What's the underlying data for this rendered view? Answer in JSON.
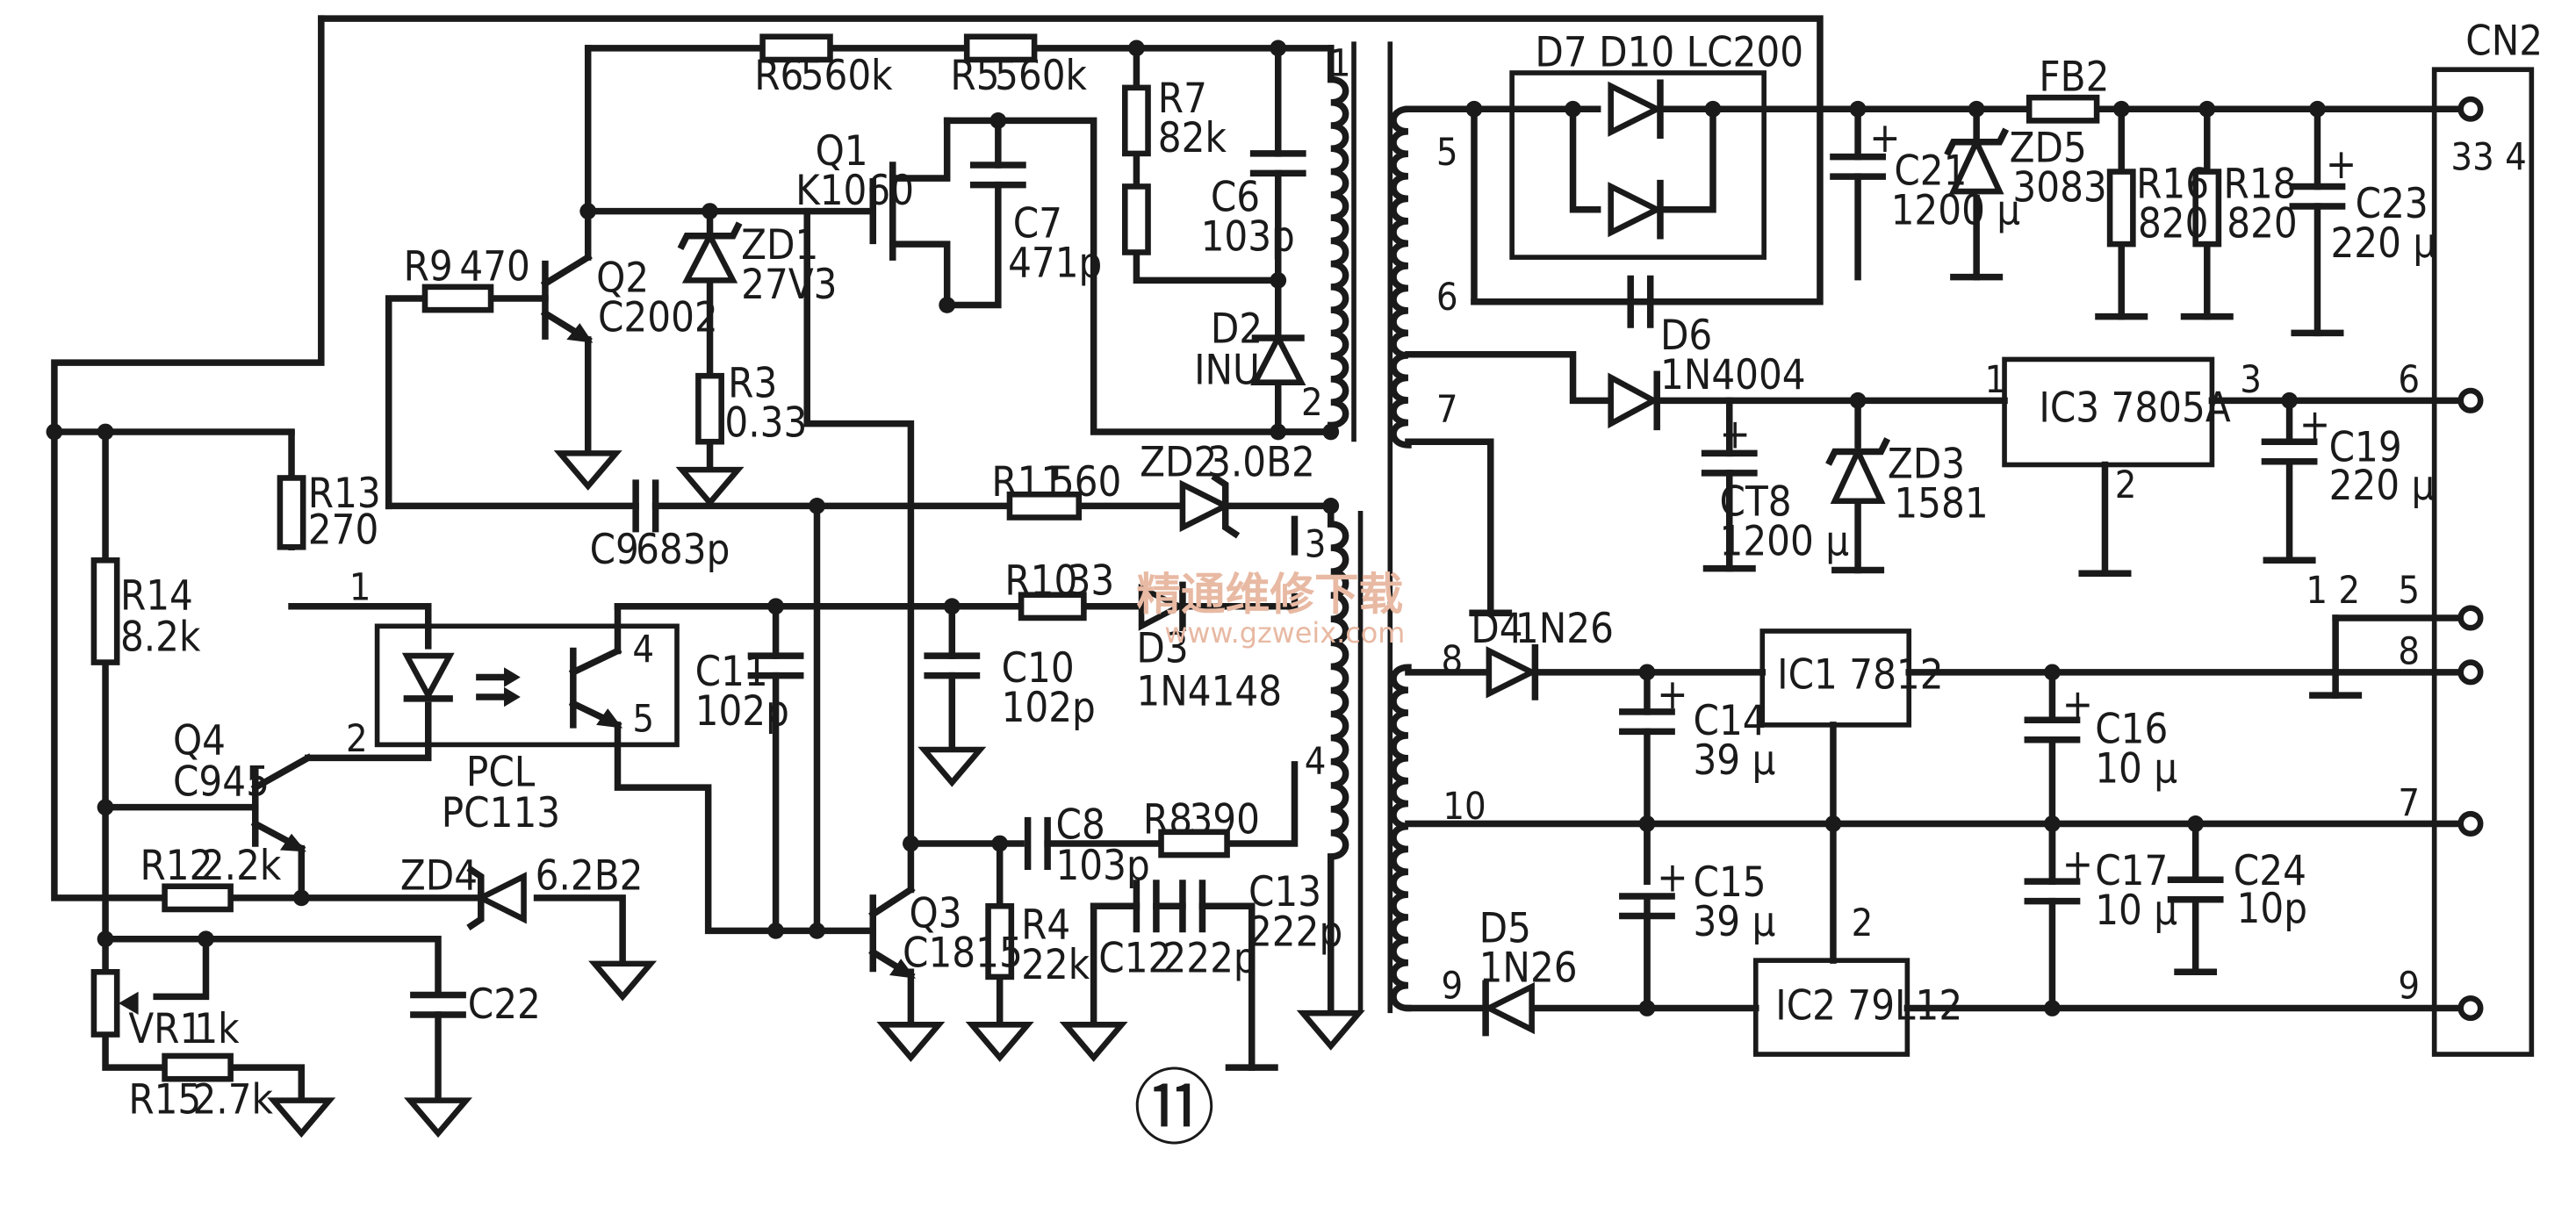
{
  "components": {
    "R6": [
      "R6",
      "560k"
    ],
    "R5": [
      "R5",
      "560k"
    ],
    "R7": [
      "R7",
      "82k"
    ],
    "C6": [
      "C6",
      "103p"
    ],
    "D2": [
      "D2",
      "INU"
    ],
    "Q1": [
      "Q1",
      "K1060"
    ],
    "C7": [
      "C7",
      "471p"
    ],
    "R9": [
      "R9",
      "470"
    ],
    "Q2": [
      "Q2",
      "C2002"
    ],
    "ZD1": [
      "ZD1",
      "27V3"
    ],
    "R3": [
      "R3",
      "0.33"
    ],
    "R13": [
      "R13",
      "270"
    ],
    "C9": [
      "C9",
      "683p"
    ],
    "R11": [
      "R11",
      "560"
    ],
    "ZD2": [
      "ZD2",
      "3.0B2"
    ],
    "R14": [
      "R14",
      "8.2k"
    ],
    "R10": [
      "R10",
      "33"
    ],
    "D3": [
      "D3",
      "1N4148"
    ],
    "C11": [
      "C11",
      "102p"
    ],
    "C10": [
      "C10",
      "102p"
    ],
    "PCL": [
      "PCL",
      "PC113"
    ],
    "Q4": [
      "Q4",
      "C945"
    ],
    "R12": [
      "R12",
      "2.2k"
    ],
    "ZD4": [
      "ZD4",
      "6.2B2"
    ],
    "C8": [
      "C8",
      "103p"
    ],
    "R8": [
      "R8",
      "390"
    ],
    "Q3": [
      "Q3",
      "C1815"
    ],
    "R4": [
      "R4",
      "22k"
    ],
    "C12": [
      "C12",
      "222p"
    ],
    "C13": [
      "C13",
      "222p"
    ],
    "VR1": [
      "VR1",
      "1k"
    ],
    "R15": [
      "R15",
      "2.7k"
    ],
    "C22": [
      "C22",
      ""
    ],
    "D7D10": [
      "D7 D10 LC200",
      ""
    ],
    "C21": [
      "C21",
      "1200 µ"
    ],
    "ZD5": [
      "ZD5",
      "3083"
    ],
    "FB2": [
      "FB2",
      ""
    ],
    "R16": [
      "R16",
      "820"
    ],
    "R18": [
      "R18",
      "820"
    ],
    "C23": [
      "C23",
      "220 µ"
    ],
    "D6": [
      "D6",
      "1N4004"
    ],
    "IC3": [
      "IC3 7805A",
      ""
    ],
    "C19": [
      "C19",
      "220 µ"
    ],
    "CT8": [
      "CT8",
      "1200 µ"
    ],
    "ZD3": [
      "ZD3",
      "1581"
    ],
    "D4": [
      "D4",
      "1N26"
    ],
    "IC1": [
      "IC1 7812",
      ""
    ],
    "C14": [
      "C14",
      "39 µ"
    ],
    "C16": [
      "C16",
      "10 µ"
    ],
    "C15": [
      "C15",
      "39 µ"
    ],
    "C17": [
      "C17",
      "10 µ"
    ],
    "C24": [
      "C24",
      "10p"
    ],
    "D5": [
      "D5",
      "1N26"
    ],
    "IC2": [
      "IC2 79L12",
      ""
    ],
    "CN2": [
      "CN2",
      ""
    ]
  },
  "transformer_pins": {
    "p1": "1",
    "p2": "2",
    "p3": "3",
    "p4": "4",
    "p5": "5",
    "p6": "6",
    "p7": "7",
    "p8": "8",
    "p9": "9",
    "p10": "10"
  },
  "part_pins": {
    "pcl1": "1",
    "pcl2": "2",
    "pcl4": "4",
    "pcl5": "5",
    "ic3_1": "1",
    "ic3_2": "2",
    "ic3_3": "3",
    "ic2_2": "2"
  },
  "connector_pins": {
    "cn_334": "33 4",
    "cn6": "6",
    "cn12": "1   2",
    "cn5": "5",
    "cn8": "8",
    "cn7": "7",
    "cn9": "9"
  },
  "figure_number": "⑪",
  "watermark": {
    "title": "精通维修下载",
    "url": "www.gzweix.com"
  }
}
